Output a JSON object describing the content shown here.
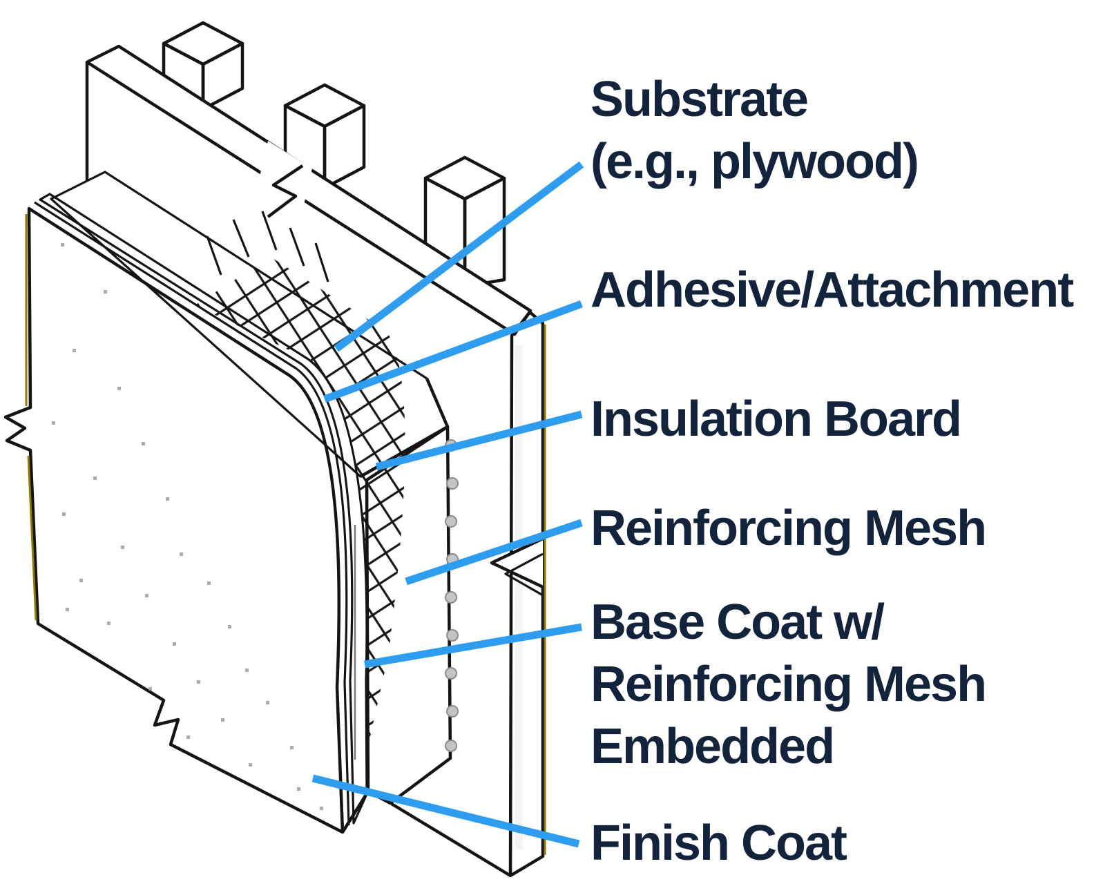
{
  "diagram": {
    "subject": "EIFS wall assembly cutaway",
    "labels": [
      {
        "name": "substrate",
        "lines": [
          "Substrate",
          "(e.g., plywood)"
        ]
      },
      {
        "name": "adhesive",
        "lines": [
          "Adhesive/Attachment"
        ]
      },
      {
        "name": "insulation-board",
        "lines": [
          "Insulation Board"
        ]
      },
      {
        "name": "reinforcing-mesh",
        "lines": [
          "Reinforcing Mesh"
        ]
      },
      {
        "name": "base-coat",
        "lines": [
          "Base Coat w/",
          "Reinforcing Mesh",
          "Embedded"
        ]
      },
      {
        "name": "finish-coat",
        "lines": [
          "Finish Coat"
        ]
      }
    ],
    "colors": {
      "label_text": "#13233B",
      "leader_line": "#2E9DF0",
      "outline": "#141414",
      "stud_top": "#d6d6d6",
      "stud_side": "#a0a0a0",
      "stud_face": "#ededed",
      "panel_edge": "#d8d8d8",
      "base_coat": "#a8a8a8",
      "pebble": "#c8c8c8",
      "stipple": "#8f8f8f",
      "artifact_olive": "#8f7a00"
    }
  }
}
